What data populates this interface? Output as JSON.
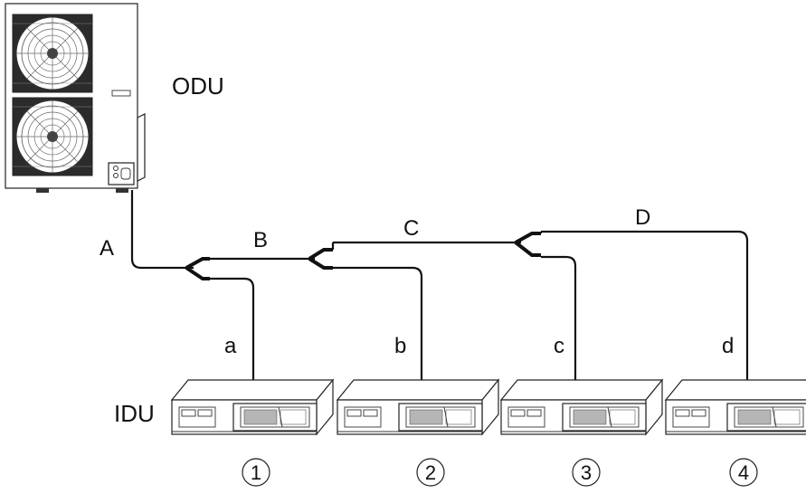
{
  "labels": {
    "odu": "ODU",
    "idu": "IDU",
    "main_pipe": "A",
    "branch_pipes": [
      "B",
      "C",
      "D"
    ],
    "indoor_pipes": [
      "a",
      "b",
      "c",
      "d"
    ],
    "unit_numbers": [
      "1",
      "2",
      "3",
      "4"
    ]
  }
}
